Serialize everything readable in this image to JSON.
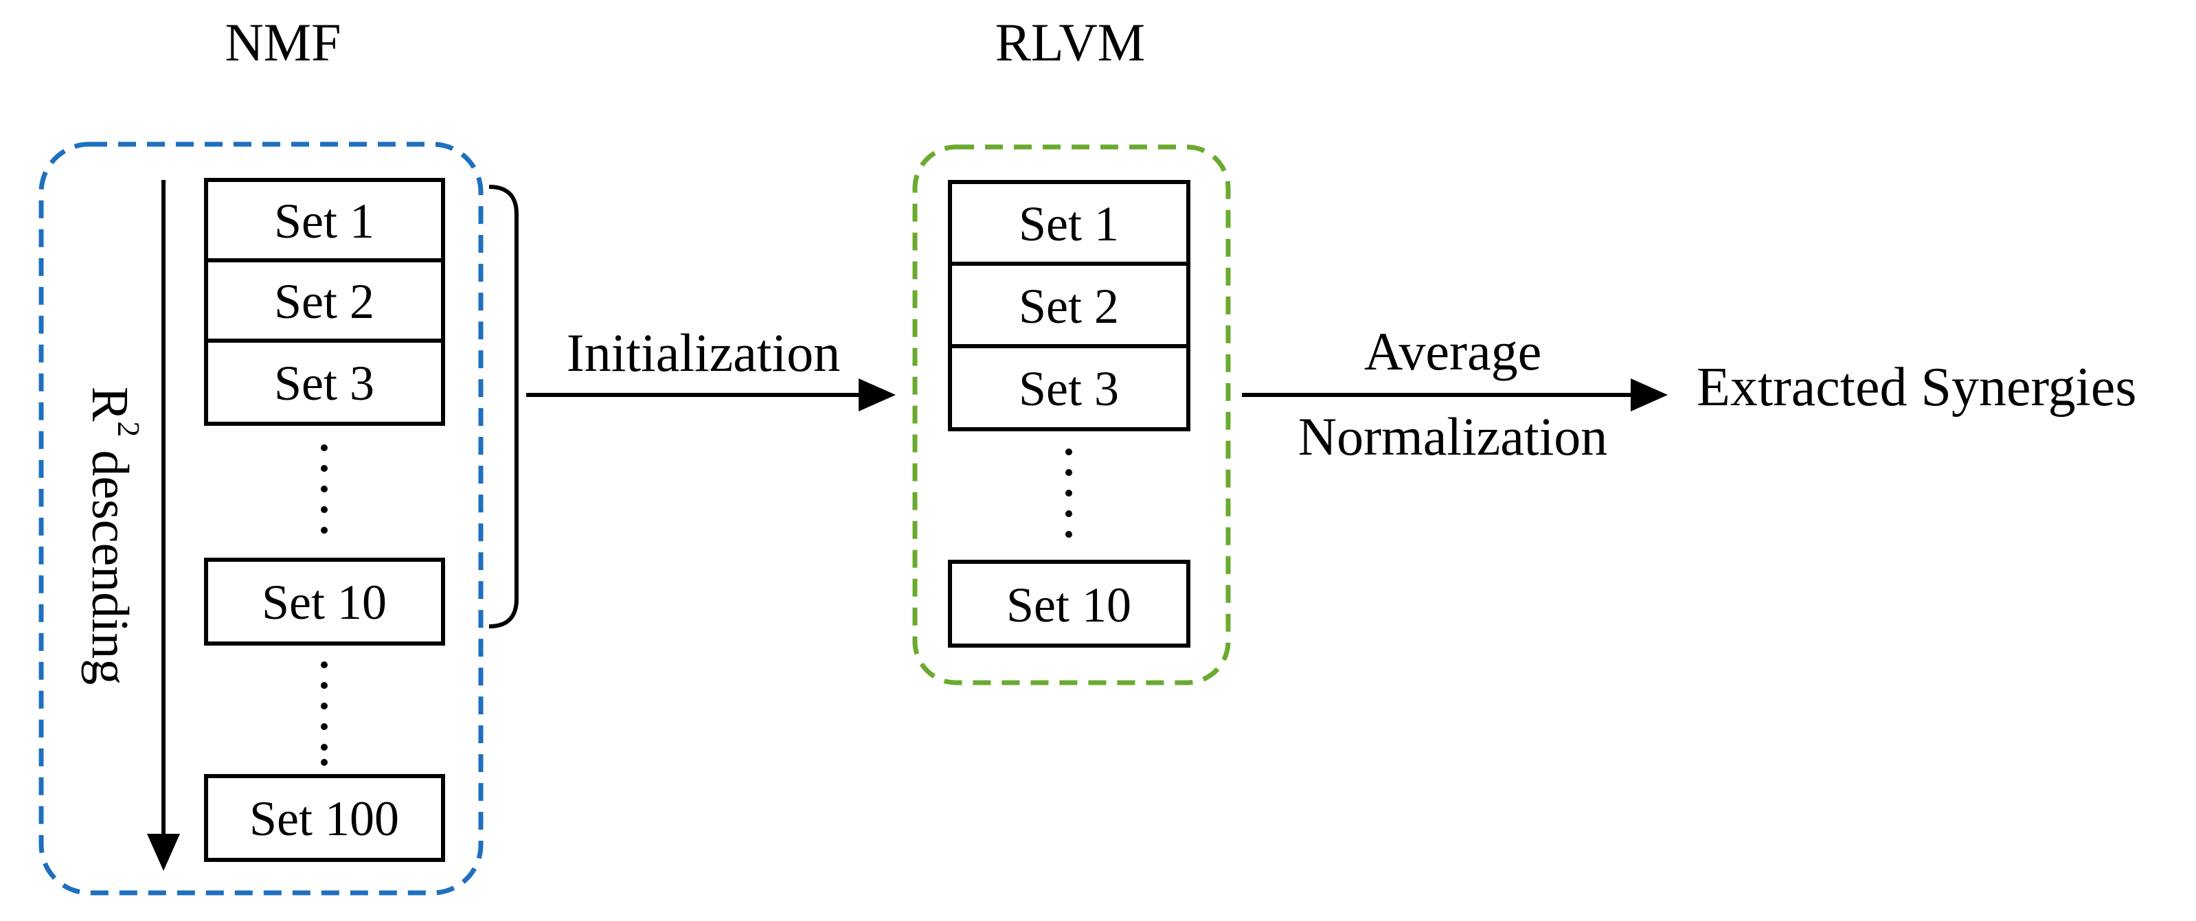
{
  "nmf": {
    "title": "NMF",
    "sets": [
      "Set 1",
      "Set 2",
      "Set 3",
      "Set 10",
      "Set 100"
    ],
    "axis_label_r": "R",
    "axis_label_sup": "2",
    "axis_label_rest": " descending",
    "border_color": "#1f6fbf"
  },
  "rlvm": {
    "title": "RLVM",
    "sets": [
      "Set 1",
      "Set 2",
      "Set 3",
      "Set 10"
    ],
    "border_color": "#6aaa2e"
  },
  "arrows": {
    "initialization_label": "Initialization",
    "average_label": "Average",
    "normalization_label": "Normalization"
  },
  "output": {
    "label": "Extracted Synergies"
  }
}
